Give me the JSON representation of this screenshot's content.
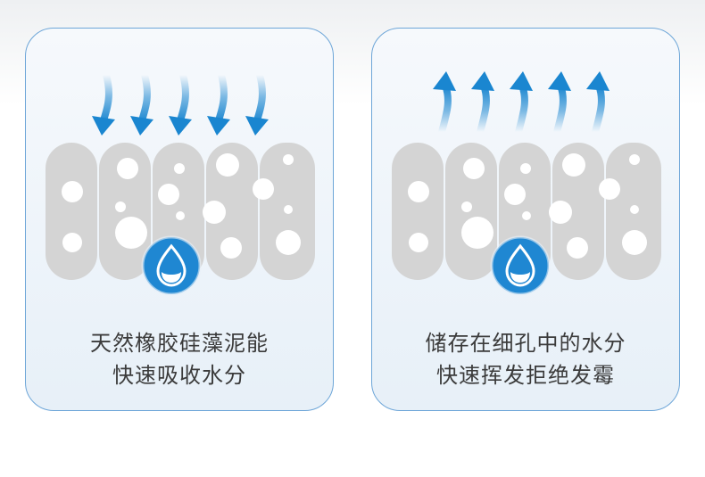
{
  "colors": {
    "border": "#6ea6d8",
    "arrow_blue": "#1a86d0",
    "material_gray": "#d4d4d4",
    "pore_white": "#ffffff",
    "drop_circle": "#1f87d2",
    "text": "#3b3b3b"
  },
  "panels": [
    {
      "arrow_direction": "down",
      "icon": "water-drop-icon",
      "caption_line1": "天然橡胶硅藻泥能",
      "caption_line2": "快速吸收水分"
    },
    {
      "arrow_direction": "up",
      "icon": "water-drop-icon",
      "caption_line1": "储存在细孔中的水分",
      "caption_line2": "快速挥发拒绝发霉"
    }
  ]
}
